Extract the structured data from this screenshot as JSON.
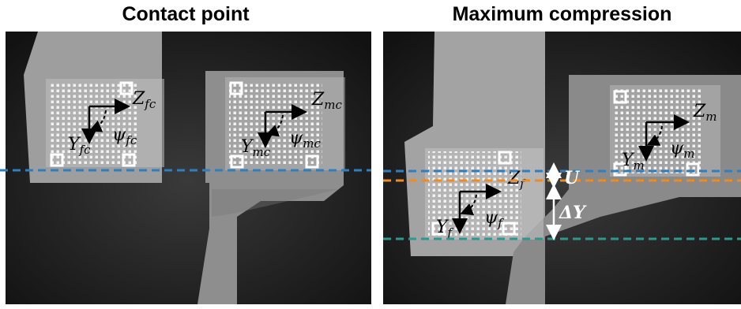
{
  "titles": {
    "left": "Contact point",
    "right": "Maximum compression"
  },
  "left_panel": {
    "fixed_marker": {
      "z": "Z",
      "z_sub": "fc",
      "y": "Y",
      "y_sub": "fc",
      "psi": "ψ",
      "psi_sub": "fc"
    },
    "moving_marker": {
      "z": "Z",
      "z_sub": "mc",
      "y": "Y",
      "y_sub": "mc",
      "psi": "ψ",
      "psi_sub": "mc"
    }
  },
  "right_panel": {
    "fixed_marker": {
      "z": "Z",
      "z_sub": "f",
      "y": "Y",
      "y_sub": "f",
      "psi": "ψ",
      "psi_sub": "f"
    },
    "moving_marker": {
      "z": "Z",
      "z_sub": "m",
      "y": "Y",
      "y_sub": "m",
      "psi": "ψ",
      "psi_sub": "m"
    },
    "u_label": "U",
    "delta_y_label": "ΔY"
  },
  "colors": {
    "blue_line": "#2f7fc0",
    "orange_line": "#f28a1e",
    "teal_line": "#2a9a8c"
  }
}
